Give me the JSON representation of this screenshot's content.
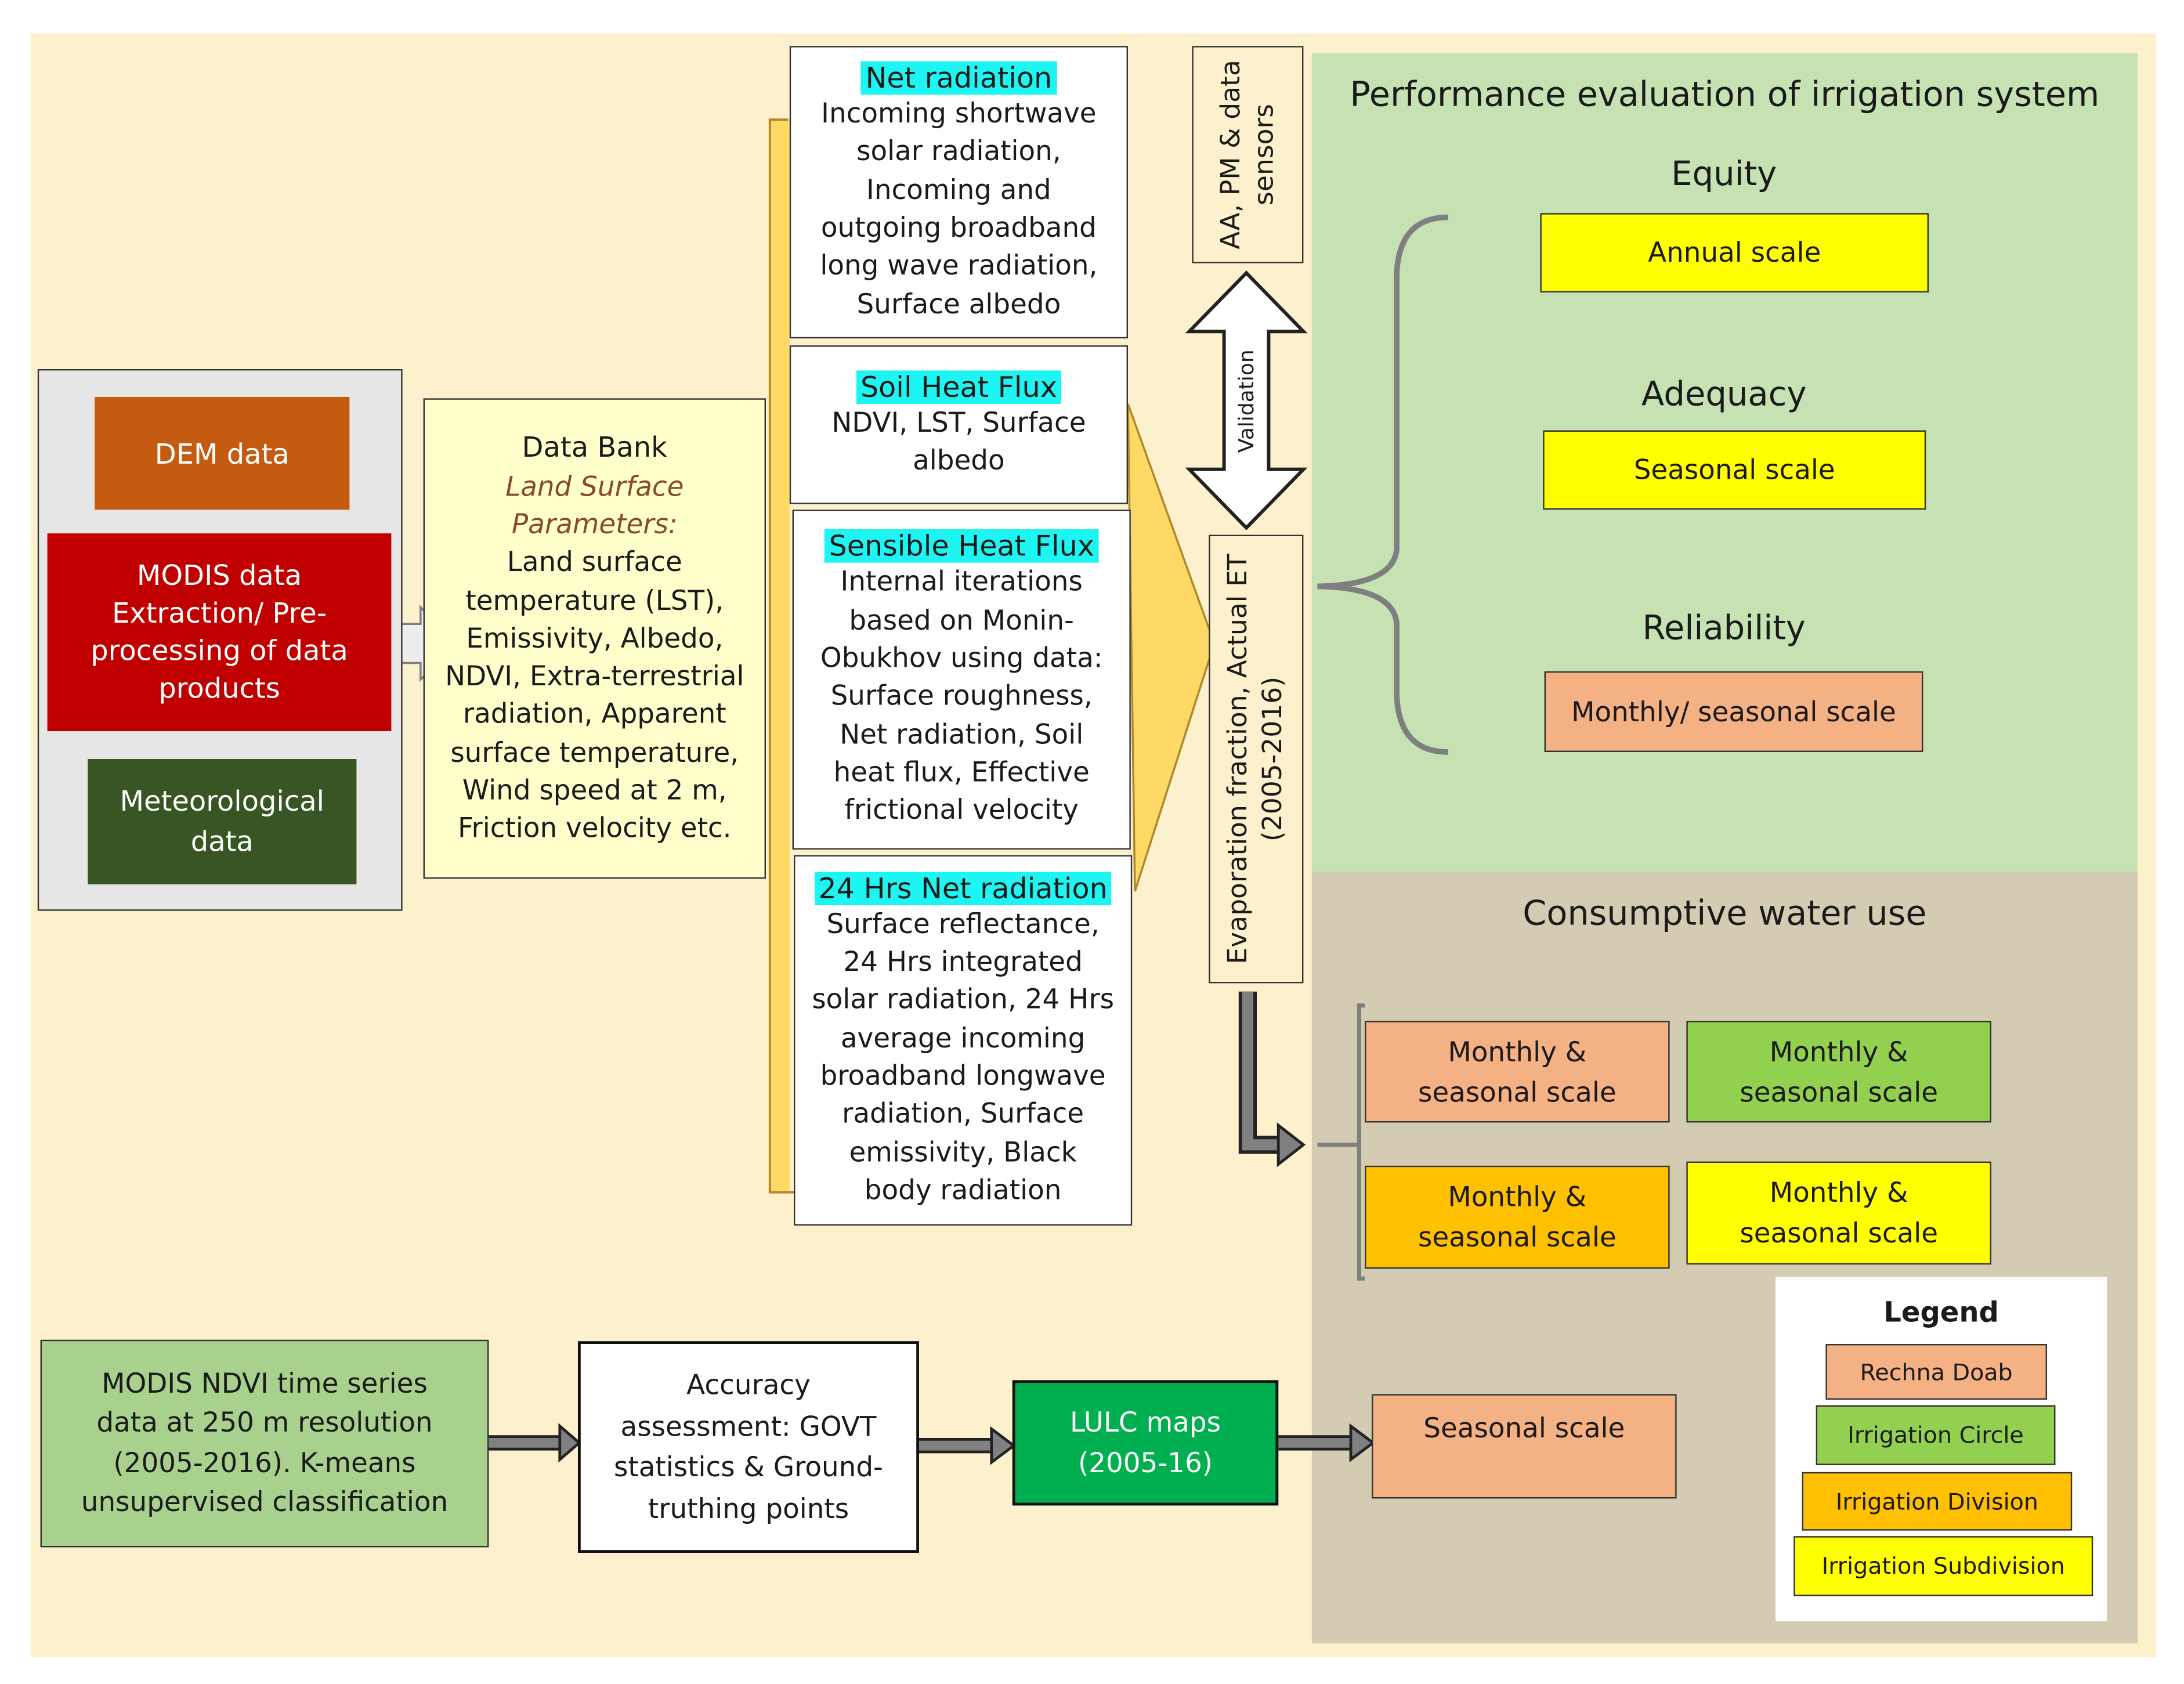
{
  "sources": {
    "dem": "DEM data",
    "modis_title": "MODIS data",
    "modis_sub": "Extraction/ Pre-processing of data products",
    "met": "Meteorological data"
  },
  "data_bank": {
    "title": "Data Bank",
    "subtitle": "Land Surface Parameters:",
    "body": "Land surface temperature (LST), Emissivity, Albedo, NDVI, Extra-terrestrial radiation, Apparent surface temperature, Wind speed at 2 m, Friction velocity etc."
  },
  "components": [
    {
      "title": "Net radiation",
      "body": "Incoming shortwave solar radiation, Incoming and outgoing broadband long wave radiation, Surface albedo"
    },
    {
      "title": "Soil Heat Flux",
      "body": "NDVI, LST, Surface albedo"
    },
    {
      "title": "Sensible Heat Flux",
      "body": "Internal iterations based on Monin-Obukhov using data: Surface roughness, Net radiation, Soil heat flux, Effective frictional velocity"
    },
    {
      "title": "24 Hrs Net radiation",
      "body": "Surface reflectance, 24 Hrs integrated solar radiation, 24 Hrs average incoming broadband longwave radiation, Surface emissivity, Black body radiation"
    }
  ],
  "validation": {
    "sensors": "AA, PM & data sensors",
    "arrow_label": "Validation",
    "et_label": "Evaporation fraction, Actual ET (2005-2016)"
  },
  "performance": {
    "title": "Performance evaluation of irrigation system",
    "items": [
      {
        "heading": "Equity",
        "scale": "Annual scale"
      },
      {
        "heading": "Adequacy",
        "scale": "Seasonal scale"
      },
      {
        "heading": "Reliability",
        "scale": "Monthly/ seasonal scale"
      }
    ]
  },
  "consumptive": {
    "title": "Consumptive water use",
    "boxes": [
      "Monthly & seasonal scale",
      "Monthly & seasonal scale",
      "Monthly & seasonal scale",
      "Monthly & seasonal scale"
    ],
    "seasonal": "Seasonal scale"
  },
  "legend": {
    "title": "Legend",
    "items": [
      "Rechna Doab",
      "Irrigation Circle",
      "Irrigation Division",
      "Irrigation Subdivision"
    ]
  },
  "lulc": {
    "modis_ndvi": "MODIS NDVI time series data at 250 m resolution (2005-2016). K-means unsupervised classification",
    "accuracy": "Accuracy assessment: GOVT statistics & Ground-truthing points",
    "maps": "LULC maps (2005-16)"
  },
  "colors": {
    "background": "#fdf0cc",
    "performance_panel": "#c6e2b3",
    "consumptive_panel": "#d3ccb2",
    "dem": "#c55a11",
    "modis": "#c00000",
    "met": "#375623",
    "data_bank": "#ffffcc",
    "highlight": "#1df5f2",
    "rechna_doab": "#f4b183",
    "irrigation_circle": "#92d050",
    "irrigation_division": "#ffc000",
    "irrigation_subdivision": "#ffff00",
    "modis_ndvi": "#a9d18e",
    "lulc_maps": "#00b050"
  }
}
